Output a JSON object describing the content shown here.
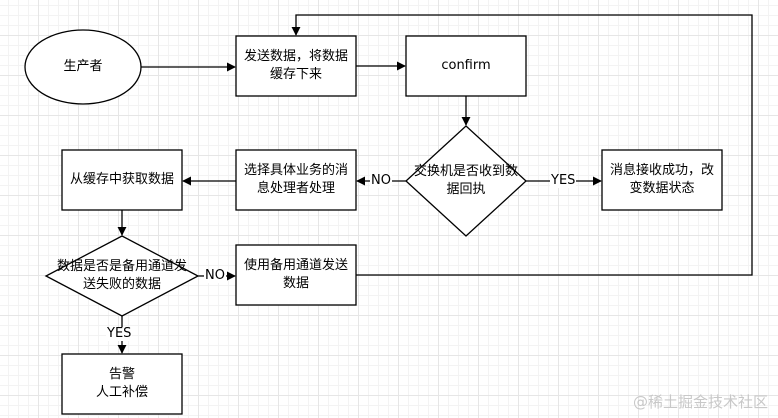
{
  "nodes": {
    "producer": "生产者",
    "send_cache": "发送数据，将数据\n缓存下来",
    "confirm": "confirm",
    "ack_check": "交换机是否收到数\n据回执",
    "success": "消息接收成功，改\n变数据状态",
    "choose_handler": "选择具体业务的消\n息处理者处理",
    "get_from_cache": "从缓存中获取数据",
    "backup_failed_check": "数据是否是备用通道发\n送失败的数据",
    "send_backup": "使用备用通道发送\n数据",
    "alarm": "告警\n人工补偿"
  },
  "edge_labels": {
    "ack_no": "NO",
    "ack_yes": "YES",
    "backup_no": "NO",
    "backup_yes": "YES"
  },
  "watermark": "@稀土掘金技术社区"
}
